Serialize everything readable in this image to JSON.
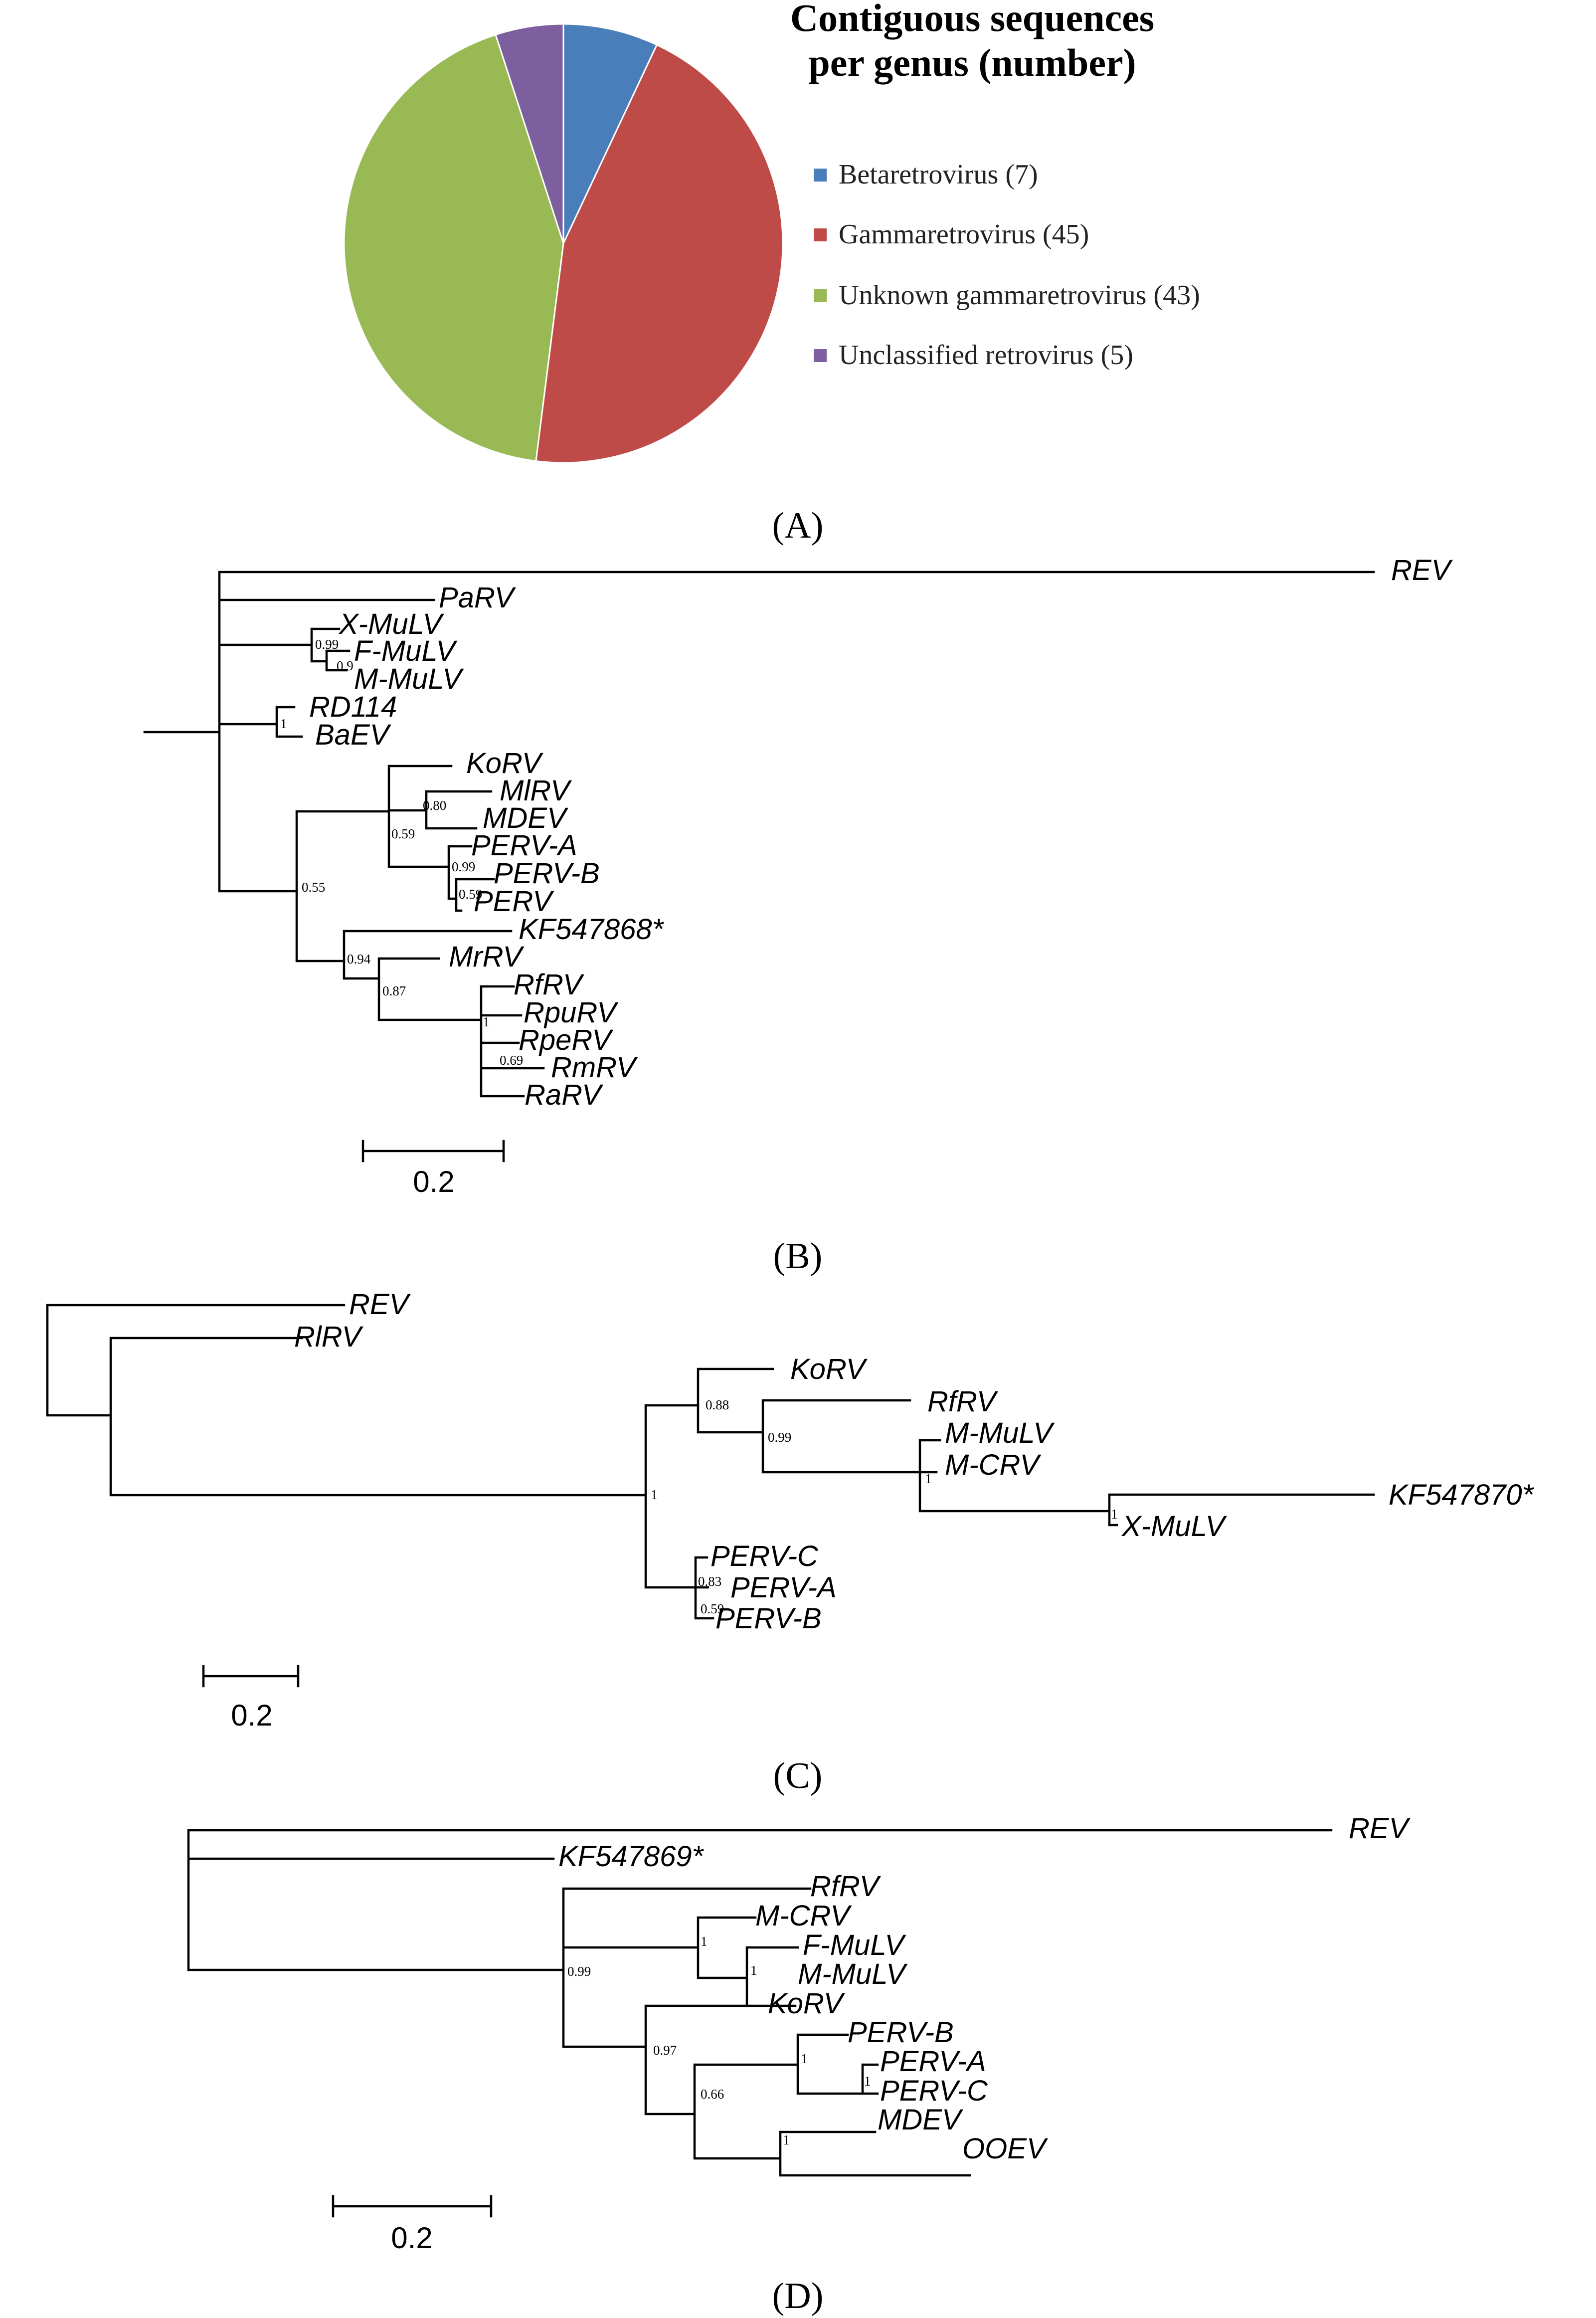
{
  "chart_data": [
    {
      "type": "pie",
      "title": "Contiguous sequences per genus (number)",
      "title_lines": [
        "Contiguous sequences",
        "per genus (number)"
      ],
      "categories": [
        "Betaretrovirus (7)",
        "Gammaretrovirus (45)",
        "Unknown gammaretrovirus (43)",
        "Unclassified retrovirus (5)"
      ],
      "values": [
        7,
        45,
        43,
        5
      ],
      "colors": [
        "#4a7ebb",
        "#be4b48",
        "#98b954",
        "#7d5fa0"
      ],
      "legend_position": "right",
      "panel_label": "(A)"
    },
    {
      "type": "phylogenetic-tree",
      "panel_label": "(B)",
      "scale_bar": "0.2",
      "tips": [
        "REV",
        "PaRV",
        "X-MuLV",
        "F-MuLV",
        "M-MuLV",
        "RD114",
        "BaEV",
        "KoRV",
        "MlRV",
        "MDEV",
        "PERV-A",
        "PERV-B",
        "PERV",
        "KF547868*",
        "MrRV",
        "RfRV",
        "RpuRV",
        "RpeRV",
        "RmRV",
        "RaRV"
      ],
      "support_values": [
        "0.99",
        "0.9",
        "1",
        "0.80",
        "0.59",
        "0.99",
        "0.59",
        "0.55",
        "0.94",
        "0.87",
        "1",
        "0.69"
      ]
    },
    {
      "type": "phylogenetic-tree",
      "panel_label": "(C)",
      "scale_bar": "0.2",
      "tips": [
        "REV",
        "RlRV",
        "KoRV",
        "RfRV",
        "M-MuLV",
        "M-CRV",
        "KF547870*",
        "X-MuLV",
        "PERV-C",
        "PERV-A",
        "PERV-B"
      ],
      "support_values": [
        "0.88",
        "0.99",
        "1",
        "1",
        "1",
        "0.83",
        "0.59"
      ]
    },
    {
      "type": "phylogenetic-tree",
      "panel_label": "(D)",
      "scale_bar": "0.2",
      "tips": [
        "REV",
        "KF547869*",
        "RfRV",
        "M-CRV",
        "F-MuLV",
        "M-MuLV",
        "KoRV",
        "PERV-B",
        "PERV-A",
        "PERV-C",
        "MDEV",
        "OOEV"
      ],
      "support_values": [
        "1",
        "1",
        "0.99",
        "0.97",
        "1",
        "1",
        "0.66",
        "1"
      ]
    }
  ]
}
